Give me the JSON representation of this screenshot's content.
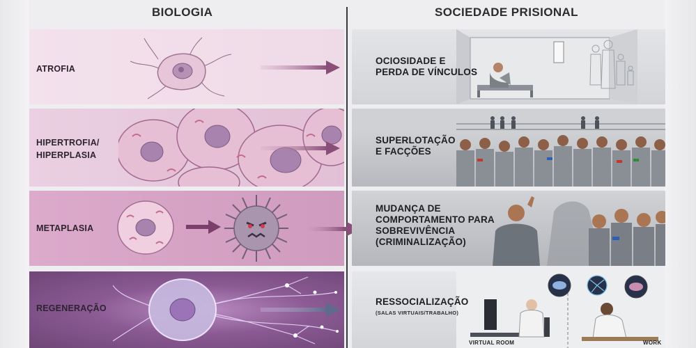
{
  "header": {
    "left_title": "BIOLOGIA",
    "right_title": "SOCIEDADE PRISIONAL"
  },
  "rows": [
    {
      "bio_label": "ATROFIA",
      "social_line1": "OCIOSIDADE E",
      "social_line2": "PERDA DE VÍNCULOS"
    },
    {
      "bio_label_line1": "HIPERTROFIA/",
      "bio_label_line2": "HIPERPLASIA",
      "social_line1": "SUPERLOTAÇÃO",
      "social_line2": "E FACÇÕES"
    },
    {
      "bio_label": "METAPLASIA",
      "social_line1": "MUDANÇA DE",
      "social_line2": "COMPORTAMENTO PARA",
      "social_line3": "SOBREVIVÊNCIA",
      "social_line4": "(CRIMINALIZAÇÃO)"
    },
    {
      "bio_label": "REGENERAÇÃO",
      "social_line1": "RESSOCIALIZAÇÃO",
      "social_sub": "(SALAS VIRTUAIS/TRABALHO)",
      "caption_left": "VIRTUAL ROOM",
      "caption_right": "WORK"
    }
  ],
  "colors": {
    "band1": "#f1dde9",
    "band2": "#e7c6dc",
    "band3": "#d9a9c9",
    "band4": "#8a5a92",
    "arrow": "#8c5b7c",
    "scene_gray": "#bfc2c8"
  },
  "icons": [
    "cell-icon",
    "arrow-icon",
    "virus-cell-icon",
    "neuron-icon",
    "brain-icon",
    "prisoner-figure-icon",
    "guard-figure-icon",
    "computer-monitor-icon"
  ]
}
